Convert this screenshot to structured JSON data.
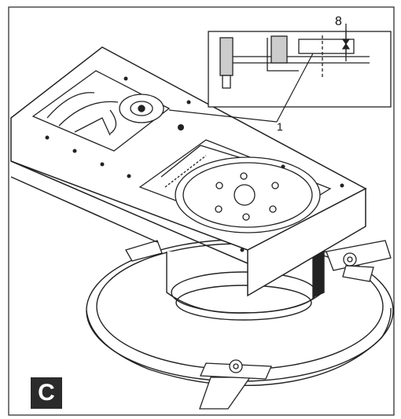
{
  "figure": {
    "panel_letter": "C",
    "callout_number": "1",
    "gap_symbol": "8"
  },
  "icons": [
    "double-arrow-icon"
  ]
}
